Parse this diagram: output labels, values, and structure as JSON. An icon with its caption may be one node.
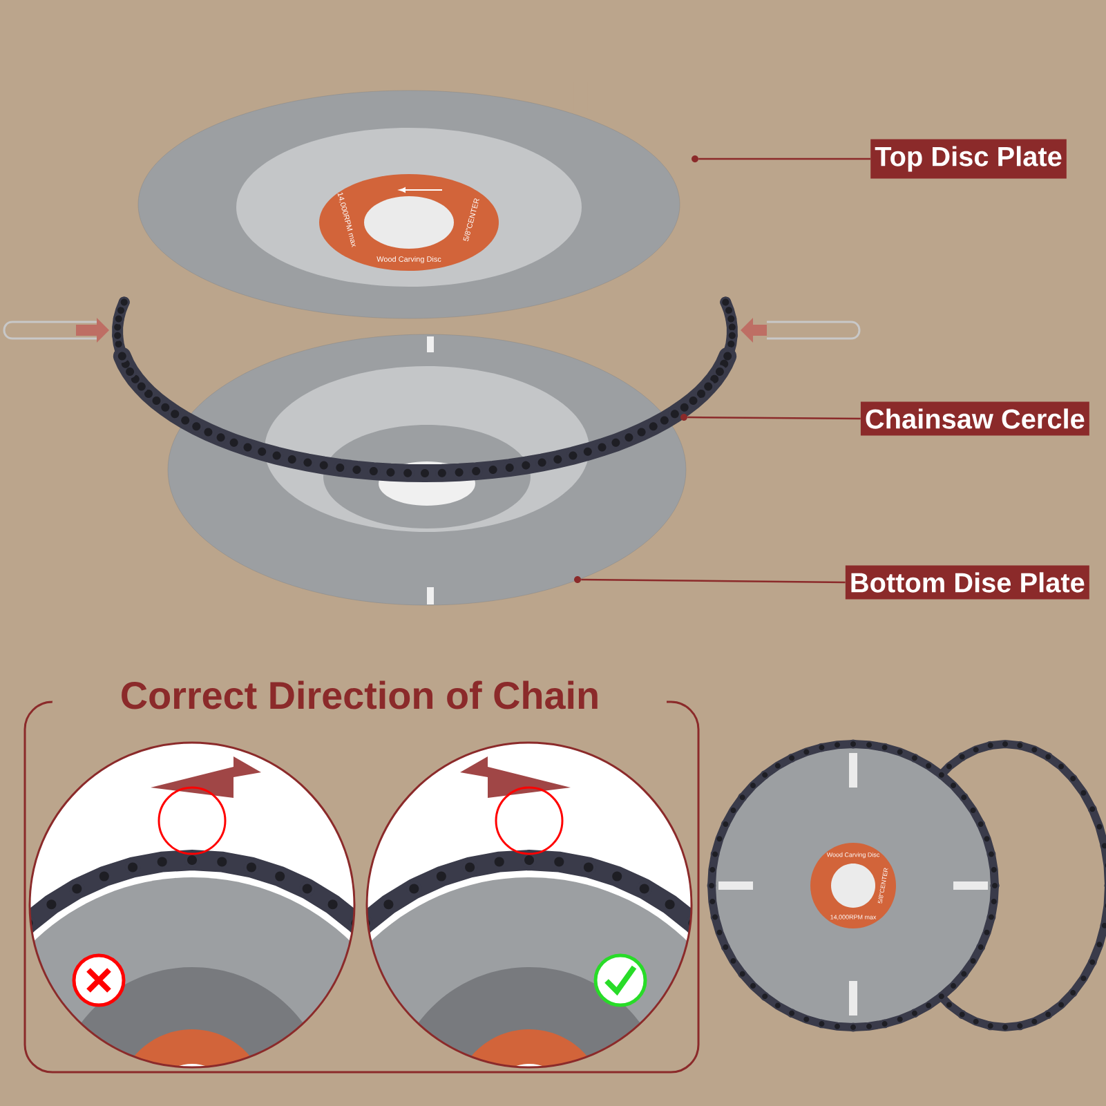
{
  "diagram": {
    "nodes": [
      {
        "text": [
          "Top Disc Plate"
        ]
      },
      {
        "text": [],
        "shape": "picture"
      },
      {
        "text": [
          "Chainsaw Cercle"
        ]
      },
      {
        "text": [],
        "shape": "picture"
      },
      {
        "text": [
          "Bottom Dise Plate"
        ]
      },
      {
        "text": [],
        "shape": "picture"
      },
      {
        "text": [
          "Correct Direction of Chain"
        ]
      }
    ],
    "edges": [
      {
        "from": 0,
        "to": 1,
        "arrow": "none"
      },
      {
        "from": 2,
        "to": 3,
        "arrow": "none"
      },
      {
        "from": 4,
        "to": 5,
        "arrow": "none"
      }
    ],
    "labels": [
      "5/8\"CENTER",
      "14,000RPM max",
      "Wood Carving Disc",
      "5/8\"CENTER",
      "Wood Carving Disc",
      "14,000RPM max"
    ]
  }
}
